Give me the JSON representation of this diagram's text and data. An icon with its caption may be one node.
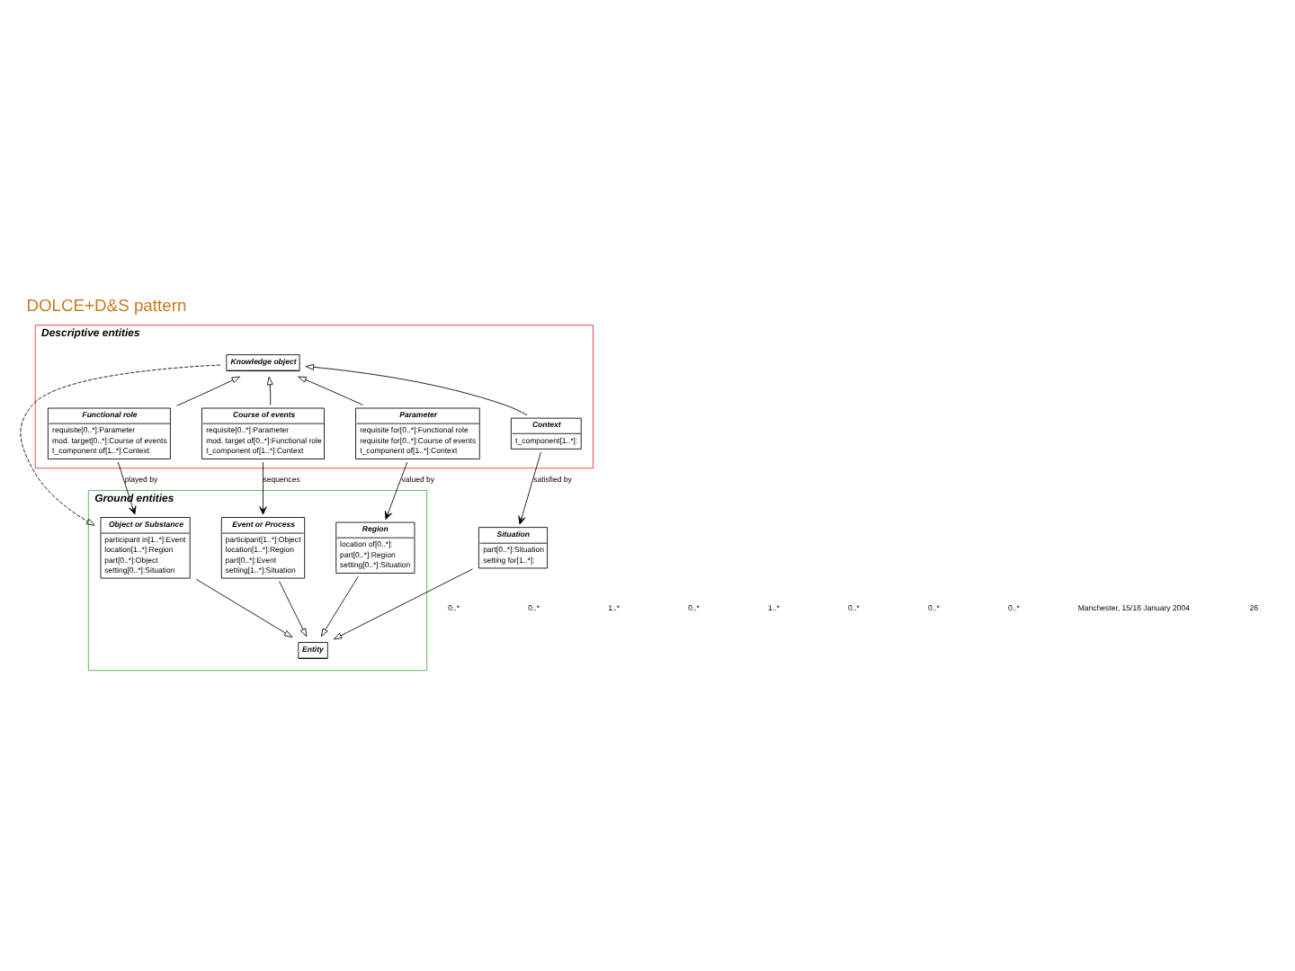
{
  "diagram": {
    "title": "DOLCE+D&S pattern",
    "nodes": [
      {
        "text": [
          "Descriptive entities"
        ]
      },
      {
        "text": [
          "Knowledge object"
        ],
        "in": 0
      },
      {
        "text": [
          "Functional role",
          "requisite[0..*]:Parameter",
          "mod. target[0..*]:Course of events",
          "t_component of[1..*]:Context"
        ],
        "in": 0
      },
      {
        "text": [
          "Course of events",
          "requisite[0..*]:Parameter",
          "mod. target of[0..*]:Functional role",
          "t_component of[1..*]:Context"
        ],
        "in": 0
      },
      {
        "text": [
          "Parameter",
          "requisite for[0..*]:Functional role",
          "requisite for[0..*]:Course of events",
          "t_component of[1..*]:Context"
        ],
        "in": 0
      },
      {
        "text": [
          "Context",
          "t_component[1..*]:"
        ],
        "in": 0
      },
      {
        "text": [
          "Ground entities"
        ]
      },
      {
        "text": [
          "Region",
          "location of[0..*]:",
          "part[0..*]:Region",
          "setting[0..*]:Situation"
        ],
        "in": 6
      },
      {
        "text": [
          "Situation",
          "part[0..*]:Situation",
          "setting for[1..*]:"
        ]
      },
      {
        "text": [
          "Object or Substance",
          "participant in[1..*]:Event",
          "location[1..*]:Region",
          "part[0..*]:Object",
          "setting[0..*]:Situation"
        ],
        "in": 6
      },
      {
        "text": [
          "Event or Process",
          "participant[1..*]:Object",
          "location[1..*]:Region",
          "part[0..*]:Event",
          "setting[1..*]:Situation"
        ],
        "in": 6
      },
      {
        "text": [
          "Entity"
        ],
        "in": 6
      }
    ],
    "edges": [
      {
        "from": 4,
        "to": 1,
        "arrow": "to"
      },
      {
        "from": 2,
        "to": 1,
        "arrow": "to"
      },
      {
        "from": 3,
        "to": 1,
        "arrow": "to"
      },
      {
        "from": 5,
        "to": 1,
        "arrow": "to"
      },
      {
        "from": 1,
        "to": 9,
        "arrow": "to",
        "style": "dashed"
      },
      {
        "from": 4,
        "to": 7,
        "arrow": "to",
        "label": "valued by"
      },
      {
        "from": 2,
        "to": 9,
        "arrow": "to",
        "label": "played by"
      },
      {
        "from": 3,
        "to": 10,
        "arrow": "to",
        "label": "sequences"
      },
      {
        "from": 5,
        "to": 8,
        "arrow": "to",
        "label": "satisfied by"
      },
      {
        "from": 7,
        "to": 11,
        "arrow": "to"
      },
      {
        "from": 9,
        "to": 11,
        "arrow": "to"
      },
      {
        "from": 10,
        "to": 11,
        "arrow": "to"
      },
      {
        "from": 8,
        "to": 11,
        "arrow": "to"
      }
    ],
    "labels": [
      "0..*",
      "0..*",
      "1..*",
      "0..*",
      "1..*",
      "0..*",
      "0..*",
      "0..*",
      "Manchester, 15/16 January 2004",
      "26"
    ]
  }
}
